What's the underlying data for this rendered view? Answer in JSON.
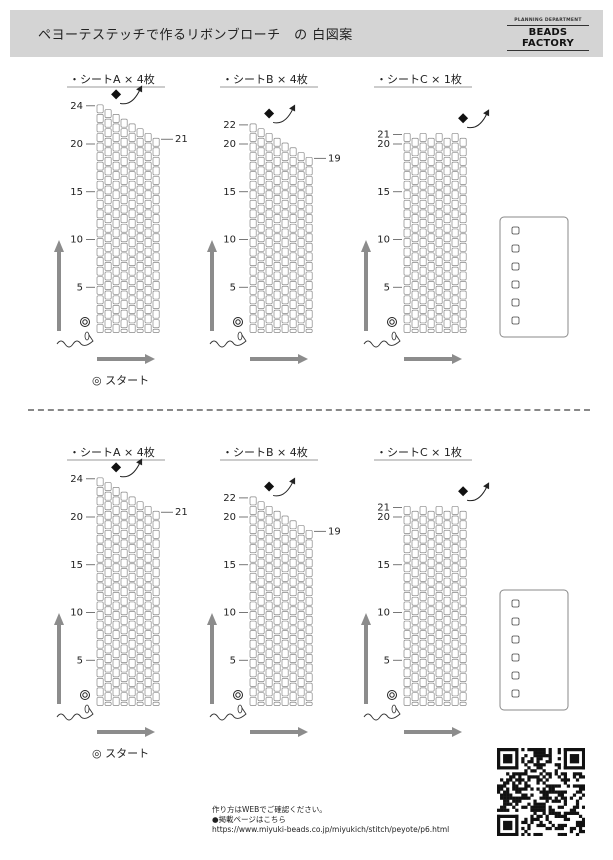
{
  "header": {
    "title": "ペヨーテステッチで作るリボンブローチ　の 白図案",
    "brand_tagline": "PLANNING DEPARTMENT",
    "brand_name": "BEADS FACTORY"
  },
  "pattern_sections": [
    {
      "sheets": [
        {
          "label": "・シートA × 4枚",
          "heights": [
            24,
            23.5,
            23,
            22.5,
            22,
            21.5,
            21,
            20.5
          ],
          "top_label": "24",
          "right_label": "21",
          "ticks": [
            "20",
            "15",
            "10",
            "5"
          ]
        },
        {
          "label": "・シートB × 4枚",
          "heights": [
            22,
            21.5,
            21,
            20.5,
            20,
            19.5,
            19,
            18.5
          ],
          "top_label": "22",
          "right_label": "19",
          "ticks": [
            "20",
            "15",
            "10",
            "5"
          ]
        },
        {
          "label": "・シートC × 1枚",
          "heights": [
            21,
            20.5,
            21,
            20.5,
            21,
            20.5,
            21,
            20.5
          ],
          "top_label": "21",
          "right_label": "",
          "ticks": [
            "20",
            "15",
            "10",
            "5"
          ]
        }
      ],
      "start_label": "◎ スタート",
      "checkbox_count": 6
    },
    {
      "sheets": [
        {
          "label": "・シートA × 4枚",
          "heights": [
            24,
            23.5,
            23,
            22.5,
            22,
            21.5,
            21,
            20.5
          ],
          "top_label": "24",
          "right_label": "21",
          "ticks": [
            "20",
            "15",
            "10",
            "5"
          ]
        },
        {
          "label": "・シートB × 4枚",
          "heights": [
            22,
            21.5,
            21,
            20.5,
            20,
            19.5,
            19,
            18.5
          ],
          "top_label": "22",
          "right_label": "19",
          "ticks": [
            "20",
            "15",
            "10",
            "5"
          ]
        },
        {
          "label": "・シートC × 1枚",
          "heights": [
            21,
            20.5,
            21,
            20.5,
            21,
            20.5,
            21,
            20.5
          ],
          "top_label": "21",
          "right_label": "",
          "ticks": [
            "20",
            "15",
            "10",
            "5"
          ]
        }
      ],
      "start_label": "◎ スタート",
      "checkbox_count": 6
    }
  ],
  "footer": {
    "line1": "作り方はWEBでご確認ください。",
    "line2": "●掲載ページはこちら",
    "url": "https://www.miyuki-beads.co.jp/miyukich/stitch/peyote/p6.html"
  },
  "qr": {
    "icon": "qr-code-icon"
  },
  "colors": {
    "header_bg": "#d4d4d4",
    "bead_stroke": "#888888",
    "arrow_gray": "#8c8c8c",
    "divider": "#888888"
  }
}
